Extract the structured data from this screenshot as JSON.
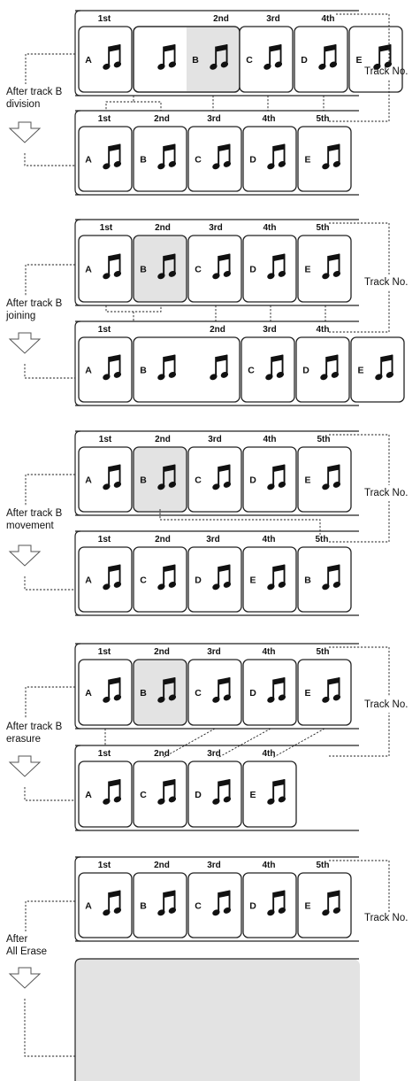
{
  "track_no_label": "Track No.",
  "ordinals": [
    "1st",
    "2nd",
    "3rd",
    "4th",
    "5th"
  ],
  "colors": {
    "highlight": "#e3e3e3",
    "line": "#222222",
    "track_fill": "#ffffff"
  },
  "note_icon": "double-eighth-note-icon",
  "sections": [
    {
      "id": "division",
      "caption": [
        "After track B",
        "division"
      ],
      "before": {
        "tracks": [
          {
            "letter": "A"
          },
          {
            "letter": "B",
            "highlight": true,
            "span": 2
          },
          {
            "letter": "C"
          },
          {
            "letter": "D"
          },
          {
            "letter": "E"
          }
        ],
        "labels": [
          "1st",
          "2nd",
          "3rd",
          "4th"
        ]
      },
      "after": {
        "tracks": [
          {
            "letter": "A"
          },
          {
            "letter": "B"
          },
          {
            "letter": "C"
          },
          {
            "letter": "D"
          },
          {
            "letter": "E"
          }
        ],
        "labels": [
          "1st",
          "2nd",
          "3rd",
          "4th",
          "5th"
        ]
      }
    },
    {
      "id": "joining",
      "caption": [
        "After track B",
        "joining"
      ],
      "before": {
        "tracks": [
          {
            "letter": "A"
          },
          {
            "letter": "B",
            "highlight": true
          },
          {
            "letter": "C"
          },
          {
            "letter": "D"
          },
          {
            "letter": "E"
          }
        ],
        "labels": [
          "1st",
          "2nd",
          "3rd",
          "4th",
          "5th"
        ]
      },
      "after": {
        "tracks": [
          {
            "letter": "A"
          },
          {
            "letter": "B",
            "span": 2
          },
          {
            "letter": "C"
          },
          {
            "letter": "D"
          },
          {
            "letter": "E"
          }
        ],
        "labels": [
          "1st",
          "2nd",
          "3rd",
          "4th"
        ]
      }
    },
    {
      "id": "movement",
      "caption": [
        "After track B",
        "movement"
      ],
      "before": {
        "tracks": [
          {
            "letter": "A"
          },
          {
            "letter": "B",
            "highlight": true
          },
          {
            "letter": "C"
          },
          {
            "letter": "D"
          },
          {
            "letter": "E"
          }
        ],
        "labels": [
          "1st",
          "2nd",
          "3rd",
          "4th",
          "5th"
        ]
      },
      "after": {
        "tracks": [
          {
            "letter": "A"
          },
          {
            "letter": "C"
          },
          {
            "letter": "D"
          },
          {
            "letter": "E"
          },
          {
            "letter": "B"
          }
        ],
        "labels": [
          "1st",
          "2nd",
          "3rd",
          "4th",
          "5th"
        ]
      }
    },
    {
      "id": "erasure",
      "caption": [
        "After track B",
        "erasure"
      ],
      "before": {
        "tracks": [
          {
            "letter": "A"
          },
          {
            "letter": "B",
            "highlight": true
          },
          {
            "letter": "C"
          },
          {
            "letter": "D"
          },
          {
            "letter": "E"
          }
        ],
        "labels": [
          "1st",
          "2nd",
          "3rd",
          "4th",
          "5th"
        ]
      },
      "after": {
        "tracks": [
          {
            "letter": "A"
          },
          {
            "letter": "C"
          },
          {
            "letter": "D"
          },
          {
            "letter": "E"
          }
        ],
        "labels": [
          "1st",
          "2nd",
          "3rd",
          "4th"
        ]
      }
    },
    {
      "id": "all-erase",
      "caption": [
        "After",
        "All Erase"
      ],
      "before": {
        "tracks": [
          {
            "letter": "A"
          },
          {
            "letter": "B"
          },
          {
            "letter": "C"
          },
          {
            "letter": "D"
          },
          {
            "letter": "E"
          }
        ],
        "labels": [
          "1st",
          "2nd",
          "3rd",
          "4th",
          "5th"
        ]
      },
      "after": {
        "tracks": [],
        "labels": [],
        "empty": true
      }
    }
  ]
}
